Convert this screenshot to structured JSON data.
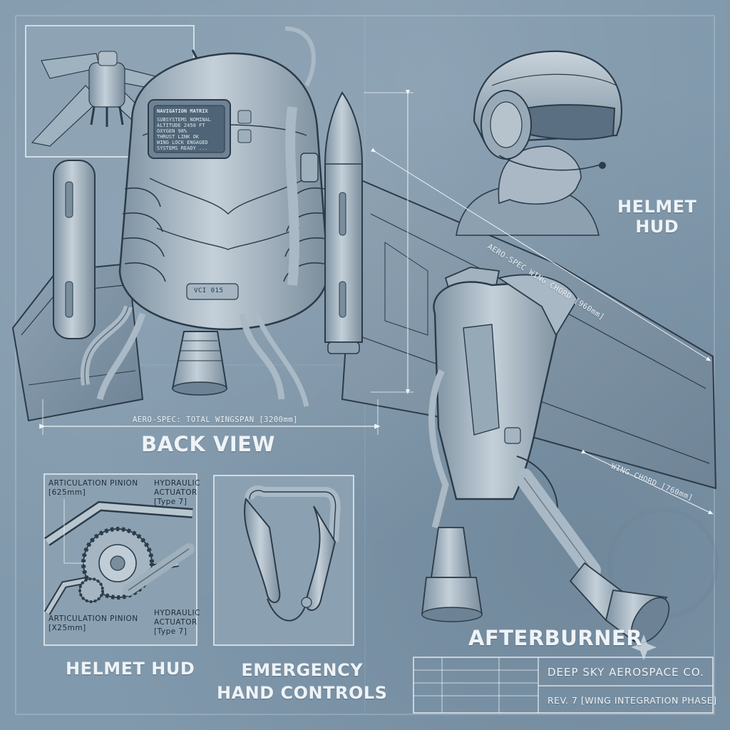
{
  "labels": {
    "back_view": "BACK VIEW",
    "helmet_hud_top": "HELMET\nHUD",
    "helmet_hud_bottom": "HELMET HUD",
    "emergency": "EMERGENCY\nHAND CONTROLS",
    "afterburner": "AFTERBURNER"
  },
  "dimensions": {
    "wingspan": "AERO-SPEC: TOTAL WINGSPAN [3200mm]",
    "wing_chord_upper": "AERO-SPEC WING CHORD [960mm]",
    "wing_chord_lower": "WING CHORD [760mm]"
  },
  "detail": {
    "pinion_top": "ARTICULATION PINION\n[625mm]",
    "actuator_top": "HYDRAULIC\nACTUATOR\n[Type 7]",
    "pinion_bottom": "ARTICULATION PINION\n[X25mm]",
    "actuator_bottom": "HYDRAULIC\nACTUATOR\n[Type 7]"
  },
  "backpack": {
    "plate_code": "VCI 015"
  },
  "screen": {
    "lines": [
      "NAVIGATION MATRIX",
      "SUBSYSTEMS NOMINAL",
      "ALTITUDE 2450 FT",
      "OXYGEN 98%",
      "THRUST LINK OK",
      "WING LOCK ENGAGED",
      "SYSTEMS READY ..."
    ]
  },
  "title_block": {
    "company": "DEEP SKY AEROSPACE CO.",
    "revision": "REV. 7 [WING INTEGRATION PHASE]"
  },
  "colors": {
    "paper": "#8199ac",
    "ink": "#2c3b48",
    "metal": "#aebdc8",
    "label": "#eef3f7"
  }
}
